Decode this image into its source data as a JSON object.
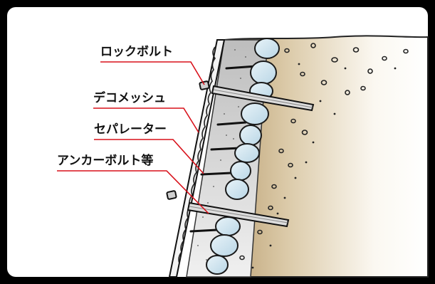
{
  "labels": {
    "rock_bolt": "ロックボルト",
    "deco_mesh": "デコメッシュ",
    "separator": "セパレーター",
    "anchor_bolt": "アンカーボルト等"
  },
  "colors": {
    "frame_black": "#000000",
    "panel_white": "#ffffff",
    "leader_red": "#d8101a",
    "soil_tan": "#c9b38f",
    "concrete_gray": "#d0d0d0",
    "stone_blue": "#cfe3ee"
  }
}
